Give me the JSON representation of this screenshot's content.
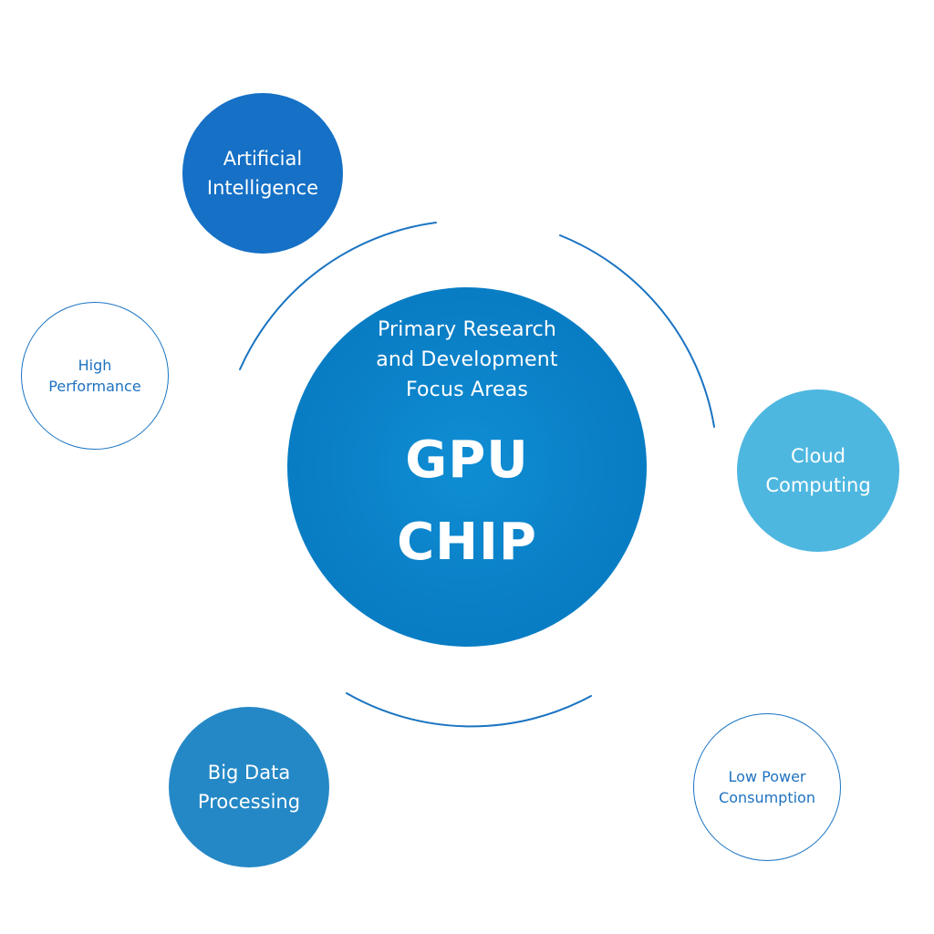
{
  "center": {
    "subtitle": "Primary Research and Development Focus Areas",
    "title_line1": "GPU",
    "title_line2": "CHIP"
  },
  "nodes": {
    "artificial_intelligence": {
      "line1": "Artificial",
      "line2": "Intelligence"
    },
    "cloud_computing": {
      "line1": "Cloud",
      "line2": "Computing"
    },
    "big_data_processing": {
      "line1": "Big Data",
      "line2": "Processing"
    },
    "high_performance": {
      "line1": "High",
      "line2": "Performance"
    },
    "low_power_consumption": {
      "line1": "Low Power",
      "line2": "Consumption"
    }
  },
  "colors": {
    "center_fill": "#0a7fc6",
    "artificial_intelligence_fill": "#1570c6",
    "cloud_computing_fill": "#4eb7e0",
    "big_data_processing_fill": "#2588c6",
    "outline_stroke": "#1a74c2",
    "arc_stroke": "#1a74c2",
    "background": "#ffffff"
  }
}
